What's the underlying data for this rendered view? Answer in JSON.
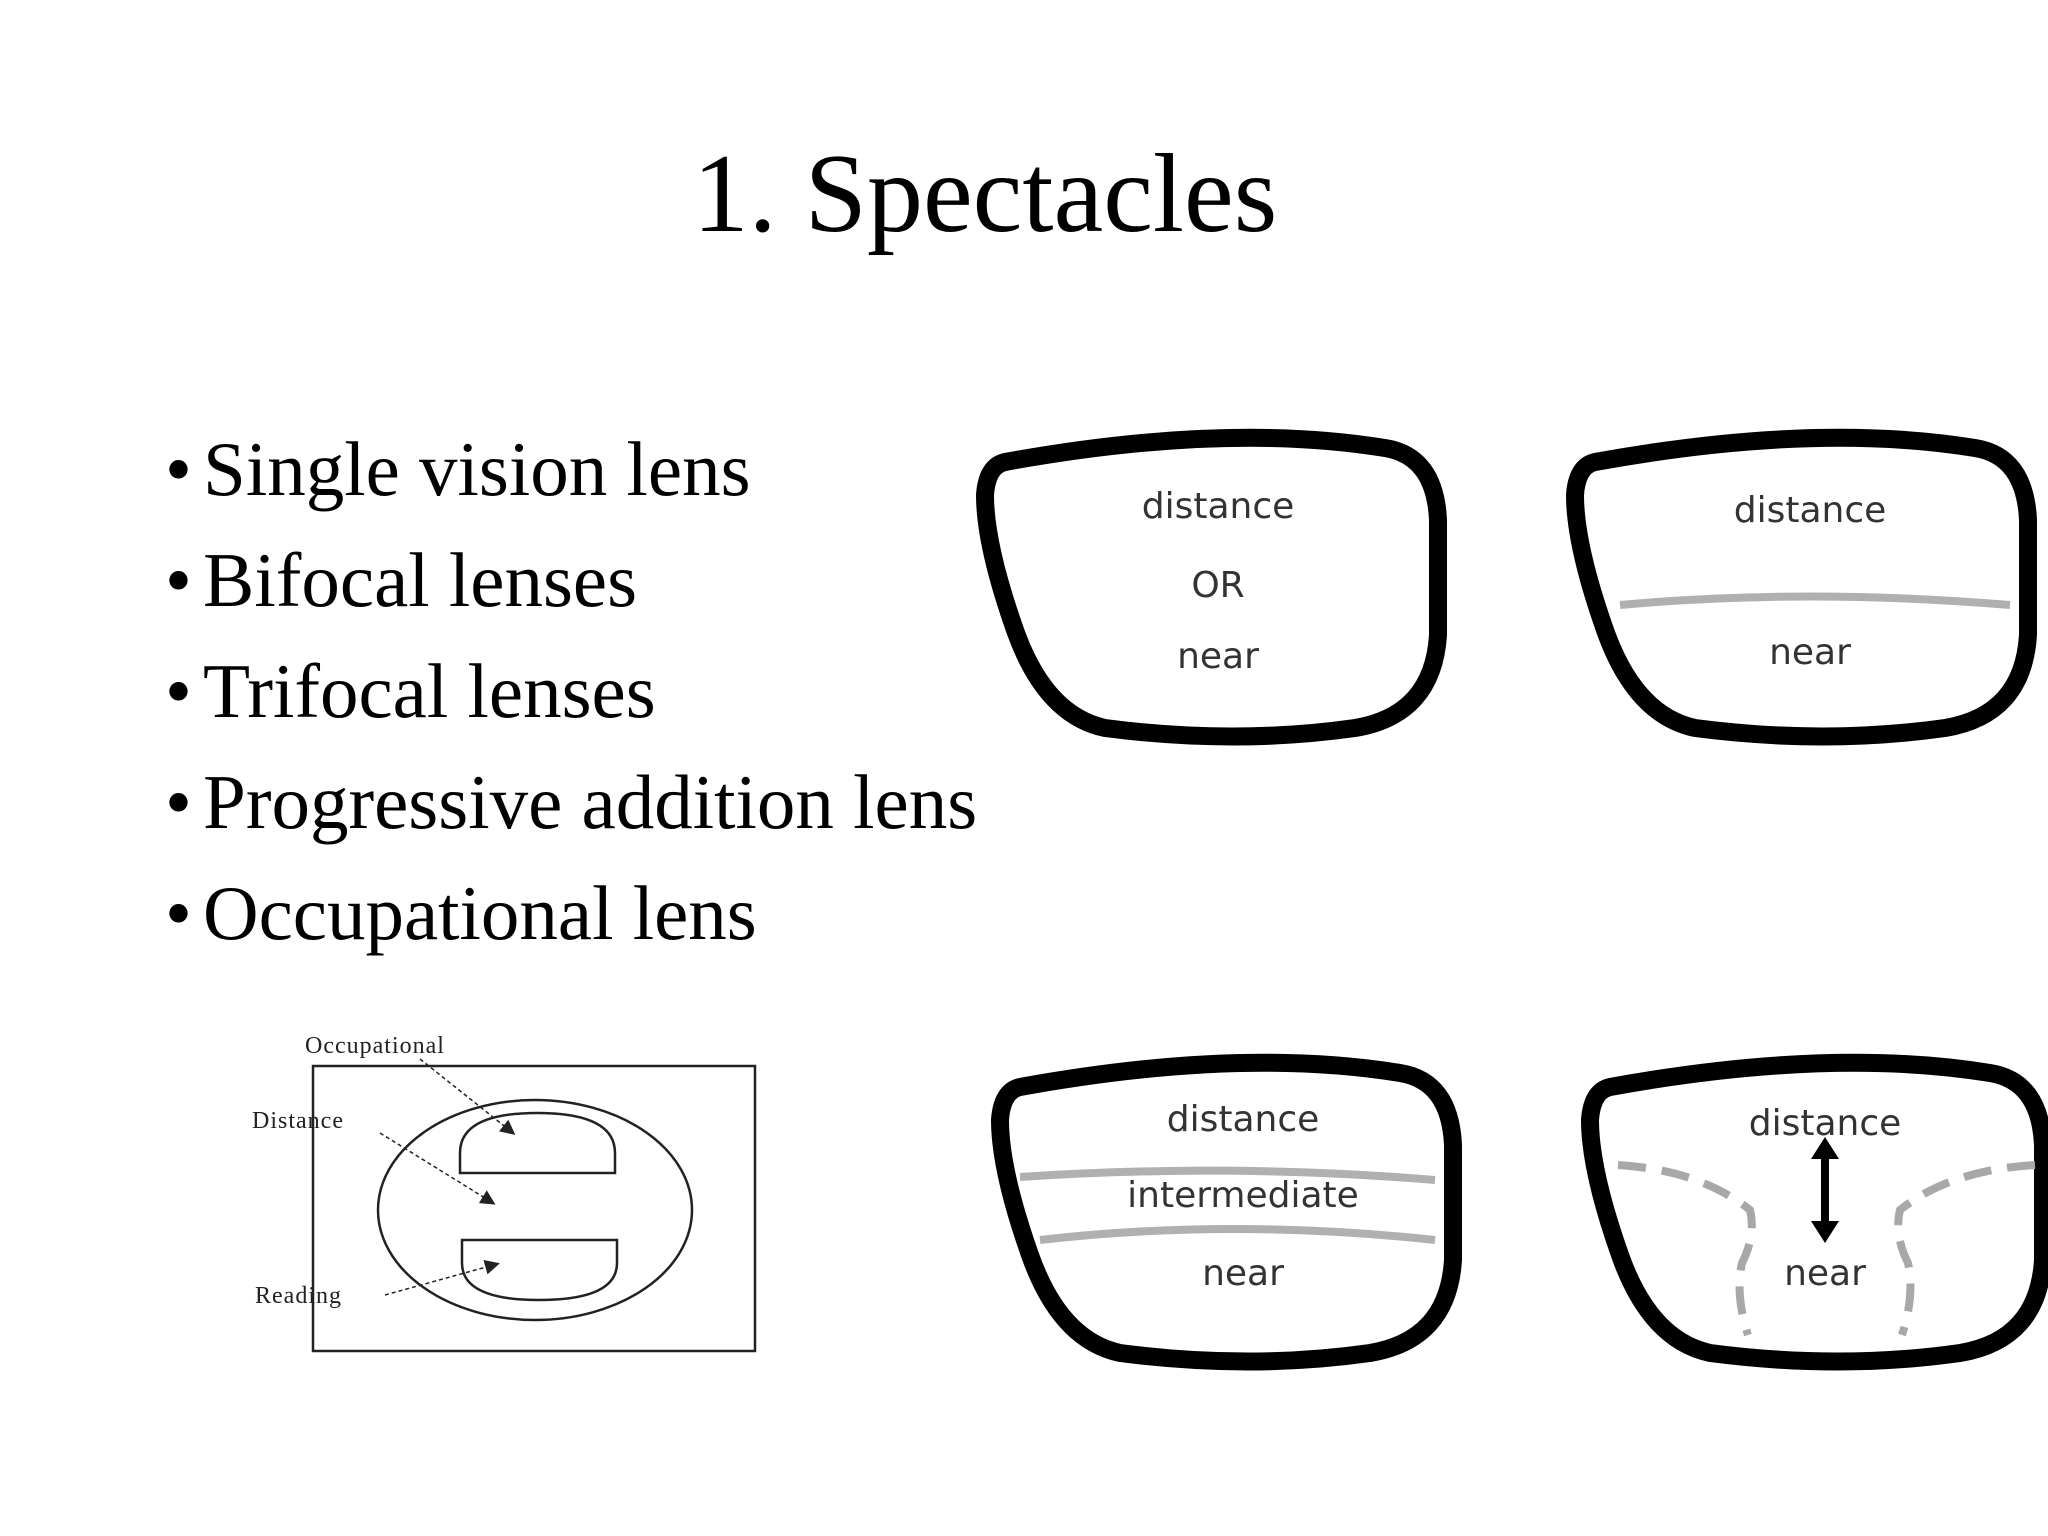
{
  "slide": {
    "title": "1. Spectacles",
    "bullets": [
      "Single vision lens",
      "Bifocal lenses",
      "Trifocal lenses",
      "Progressive addition lens",
      "Occupational lens"
    ]
  },
  "lenses": {
    "single_vision": {
      "top": "distance",
      "middle": "OR",
      "bottom": "near"
    },
    "bifocal": {
      "top": "distance",
      "bottom": "near"
    },
    "trifocal": {
      "top": "distance",
      "middle": "intermediate",
      "bottom": "near"
    },
    "progressive": {
      "top": "distance",
      "bottom": "near"
    }
  },
  "occupational_diagram": {
    "occupational": "Occupational",
    "distance": "Distance",
    "reading": "Reading"
  },
  "colors": {
    "text": "#000000",
    "frame": "#000000",
    "divider": "#b0b0b0",
    "lens_label": "#333333"
  }
}
